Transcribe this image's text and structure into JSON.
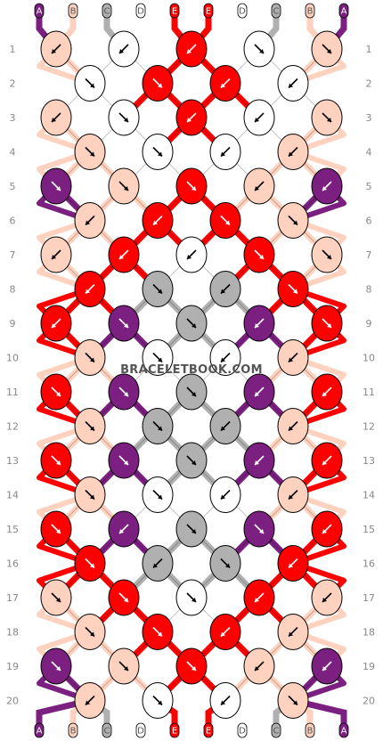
{
  "site": {
    "watermark": "BRACELETBOOK.COM"
  },
  "palette": {
    "A": "#7b1f80",
    "B": "#ffd2bf",
    "C": "#b0b0b0",
    "D": "#ffffff",
    "E": "#ff0000"
  },
  "outline": "#000000",
  "strands": {
    "top_labels": [
      "A",
      "B",
      "C",
      "D",
      "E",
      "E",
      "D",
      "C",
      "B",
      "A"
    ],
    "bottom_labels": [
      "A",
      "B",
      "C",
      "D",
      "E",
      "E",
      "D",
      "C",
      "B",
      "A"
    ]
  },
  "knots": {
    "row_numbers": [
      1,
      2,
      3,
      4,
      5,
      6,
      7,
      8,
      9,
      10,
      11,
      12,
      13,
      14,
      15,
      16,
      17,
      18,
      19,
      20
    ],
    "rows": [
      {
        "row": 1,
        "knots": [
          [
            "B",
            "bl"
          ],
          [
            "D",
            "bl"
          ],
          [
            "E",
            "bl"
          ],
          [
            "D",
            "br"
          ],
          [
            "B",
            "br"
          ]
        ]
      },
      {
        "row": 2,
        "knots": [
          [
            "D",
            "br"
          ],
          [
            "E",
            "br"
          ],
          [
            "E",
            "bl"
          ],
          [
            "D",
            "bl"
          ]
        ]
      },
      {
        "row": 3,
        "knots": [
          [
            "B",
            "bl"
          ],
          [
            "D",
            "br"
          ],
          [
            "E",
            "bl"
          ],
          [
            "D",
            "bl"
          ],
          [
            "B",
            "br"
          ]
        ]
      },
      {
        "row": 4,
        "knots": [
          [
            "B",
            "br"
          ],
          [
            "D",
            "br"
          ],
          [
            "D",
            "bl"
          ],
          [
            "B",
            "bl"
          ]
        ]
      },
      {
        "row": 5,
        "knots": [
          [
            "A",
            "br"
          ],
          [
            "B",
            "br"
          ],
          [
            "E",
            "br"
          ],
          [
            "B",
            "bl"
          ],
          [
            "A",
            "bl"
          ]
        ]
      },
      {
        "row": 6,
        "knots": [
          [
            "B",
            "bl"
          ],
          [
            "E",
            "bl"
          ],
          [
            "E",
            "br"
          ],
          [
            "B",
            "br"
          ]
        ]
      },
      {
        "row": 7,
        "knots": [
          [
            "B",
            "bl"
          ],
          [
            "E",
            "bl"
          ],
          [
            "D",
            "bl"
          ],
          [
            "E",
            "br"
          ],
          [
            "B",
            "br"
          ]
        ]
      },
      {
        "row": 8,
        "knots": [
          [
            "E",
            "bl"
          ],
          [
            "C",
            "br"
          ],
          [
            "C",
            "bl"
          ],
          [
            "E",
            "br"
          ]
        ]
      },
      {
        "row": 9,
        "knots": [
          [
            "E",
            "bl"
          ],
          [
            "A",
            "br"
          ],
          [
            "C",
            "br"
          ],
          [
            "A",
            "bl"
          ],
          [
            "E",
            "br"
          ]
        ]
      },
      {
        "row": 10,
        "knots": [
          [
            "B",
            "br"
          ],
          [
            "D",
            "br"
          ],
          [
            "D",
            "bl"
          ],
          [
            "B",
            "bl"
          ]
        ]
      },
      {
        "row": 11,
        "knots": [
          [
            "E",
            "br"
          ],
          [
            "A",
            "br"
          ],
          [
            "C",
            "br"
          ],
          [
            "A",
            "bl"
          ],
          [
            "E",
            "bl"
          ]
        ]
      },
      {
        "row": 12,
        "knots": [
          [
            "B",
            "br"
          ],
          [
            "C",
            "br"
          ],
          [
            "C",
            "bl"
          ],
          [
            "B",
            "bl"
          ]
        ]
      },
      {
        "row": 13,
        "knots": [
          [
            "E",
            "br"
          ],
          [
            "A",
            "br"
          ],
          [
            "C",
            "br"
          ],
          [
            "A",
            "bl"
          ],
          [
            "E",
            "bl"
          ]
        ]
      },
      {
        "row": 14,
        "knots": [
          [
            "B",
            "br"
          ],
          [
            "D",
            "br"
          ],
          [
            "D",
            "bl"
          ],
          [
            "B",
            "bl"
          ]
        ]
      },
      {
        "row": 15,
        "knots": [
          [
            "E",
            "br"
          ],
          [
            "A",
            "bl"
          ],
          [
            "C",
            "br"
          ],
          [
            "A",
            "br"
          ],
          [
            "E",
            "bl"
          ]
        ]
      },
      {
        "row": 16,
        "knots": [
          [
            "E",
            "br"
          ],
          [
            "C",
            "bl"
          ],
          [
            "C",
            "br"
          ],
          [
            "E",
            "bl"
          ]
        ]
      },
      {
        "row": 17,
        "knots": [
          [
            "B",
            "br"
          ],
          [
            "E",
            "br"
          ],
          [
            "D",
            "br"
          ],
          [
            "E",
            "bl"
          ],
          [
            "B",
            "bl"
          ]
        ]
      },
      {
        "row": 18,
        "knots": [
          [
            "B",
            "br"
          ],
          [
            "E",
            "br"
          ],
          [
            "E",
            "bl"
          ],
          [
            "B",
            "bl"
          ]
        ]
      },
      {
        "row": 19,
        "knots": [
          [
            "A",
            "br"
          ],
          [
            "B",
            "br"
          ],
          [
            "E",
            "br"
          ],
          [
            "B",
            "bl"
          ],
          [
            "A",
            "bl"
          ]
        ]
      },
      {
        "row": 20,
        "knots": [
          [
            "B",
            "bl"
          ],
          [
            "D",
            "br"
          ],
          [
            "D",
            "bl"
          ],
          [
            "B",
            "br"
          ]
        ]
      }
    ]
  }
}
